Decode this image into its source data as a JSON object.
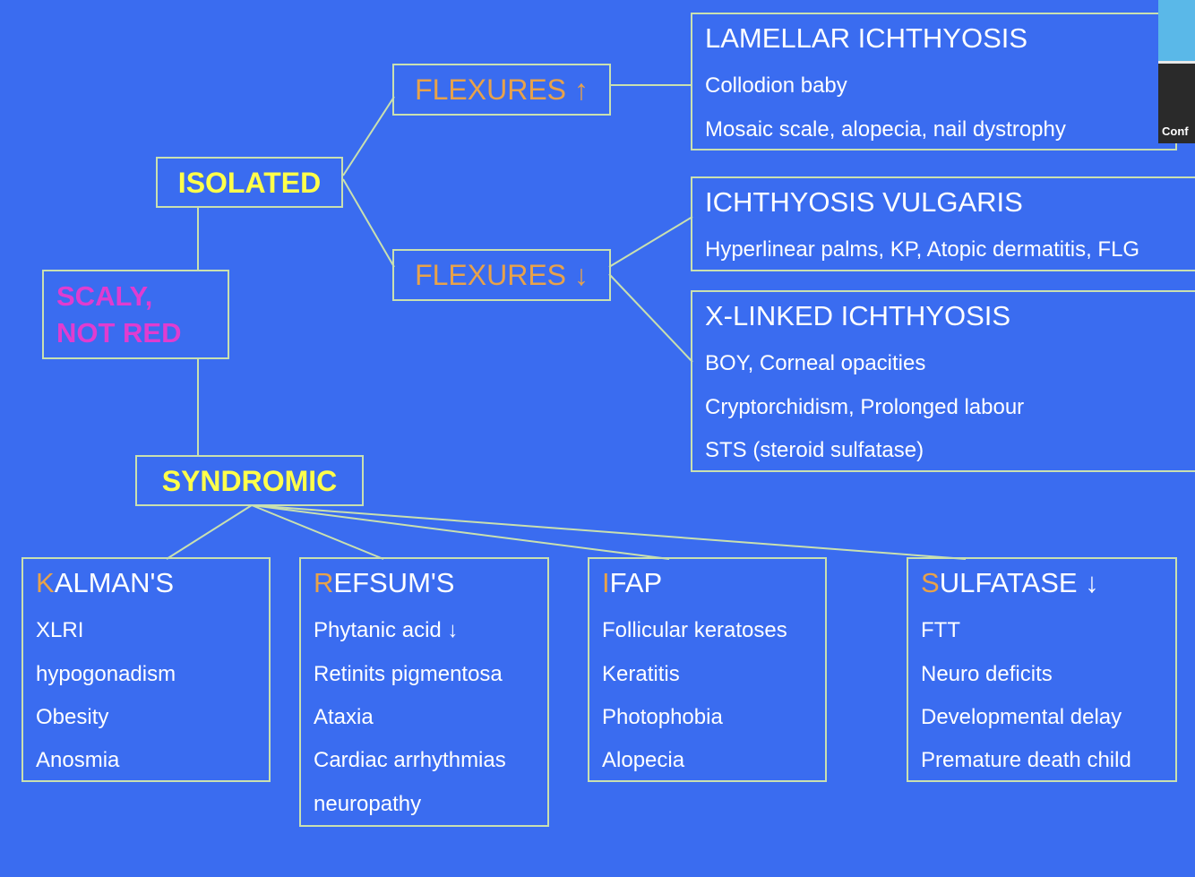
{
  "nodes": {
    "isolated": "ISOLATED",
    "scaly_line1": "SCALY,",
    "scaly_line2": "NOT RED",
    "syndromic": "SYNDROMIC",
    "flexures_up": "FLEXURES ↑",
    "flexures_down": "FLEXURES ↓"
  },
  "cards": {
    "lamellar": {
      "title": "LAMELLAR ICHTHYOSIS",
      "lines": [
        "Collodion baby",
        "Mosaic scale, alopecia, nail dystrophy"
      ]
    },
    "vulgaris": {
      "title": "ICHTHYOSIS VULGARIS",
      "lines": [
        "Hyperlinear palms, KP, Atopic dermatitis, FLG"
      ]
    },
    "xlinked": {
      "title": "X-LINKED ICHTHYOSIS",
      "lines": [
        "BOY, Corneal opacities",
        "Cryptorchidism, Prolonged labour",
        "STS (steroid sulfatase)"
      ]
    },
    "kalman": {
      "initial": "K",
      "rest": "ALMAN'S",
      "lines": [
        "XLRI",
        "hypogonadism",
        "Obesity",
        "Anosmia"
      ]
    },
    "refsum": {
      "initial": "R",
      "rest": "EFSUM'S",
      "lines": [
        "Phytanic acid ↓",
        "Retinits pigmentosa",
        "Ataxia",
        "Cardiac arrhythmias",
        "neuropathy"
      ]
    },
    "ifap": {
      "initial": "I",
      "rest": "FAP",
      "lines": [
        "Follicular keratoses",
        "Keratitis",
        "Photophobia",
        "Alopecia"
      ]
    },
    "sulfatase": {
      "initial": "S",
      "rest": "ULFATASE ↓",
      "lines": [
        "FTT",
        "Neuro deficits",
        "Developmental delay",
        "Premature death child"
      ]
    }
  },
  "video_thumbnail": {
    "label": "Conf"
  },
  "colors": {
    "background": "#3a6cf0",
    "node_title": "#ffff4a",
    "flexure_label": "#e8a24a",
    "scaly_label": "#e03cd0",
    "border": "#c9e0b0",
    "body_text": "#ffffff"
  }
}
